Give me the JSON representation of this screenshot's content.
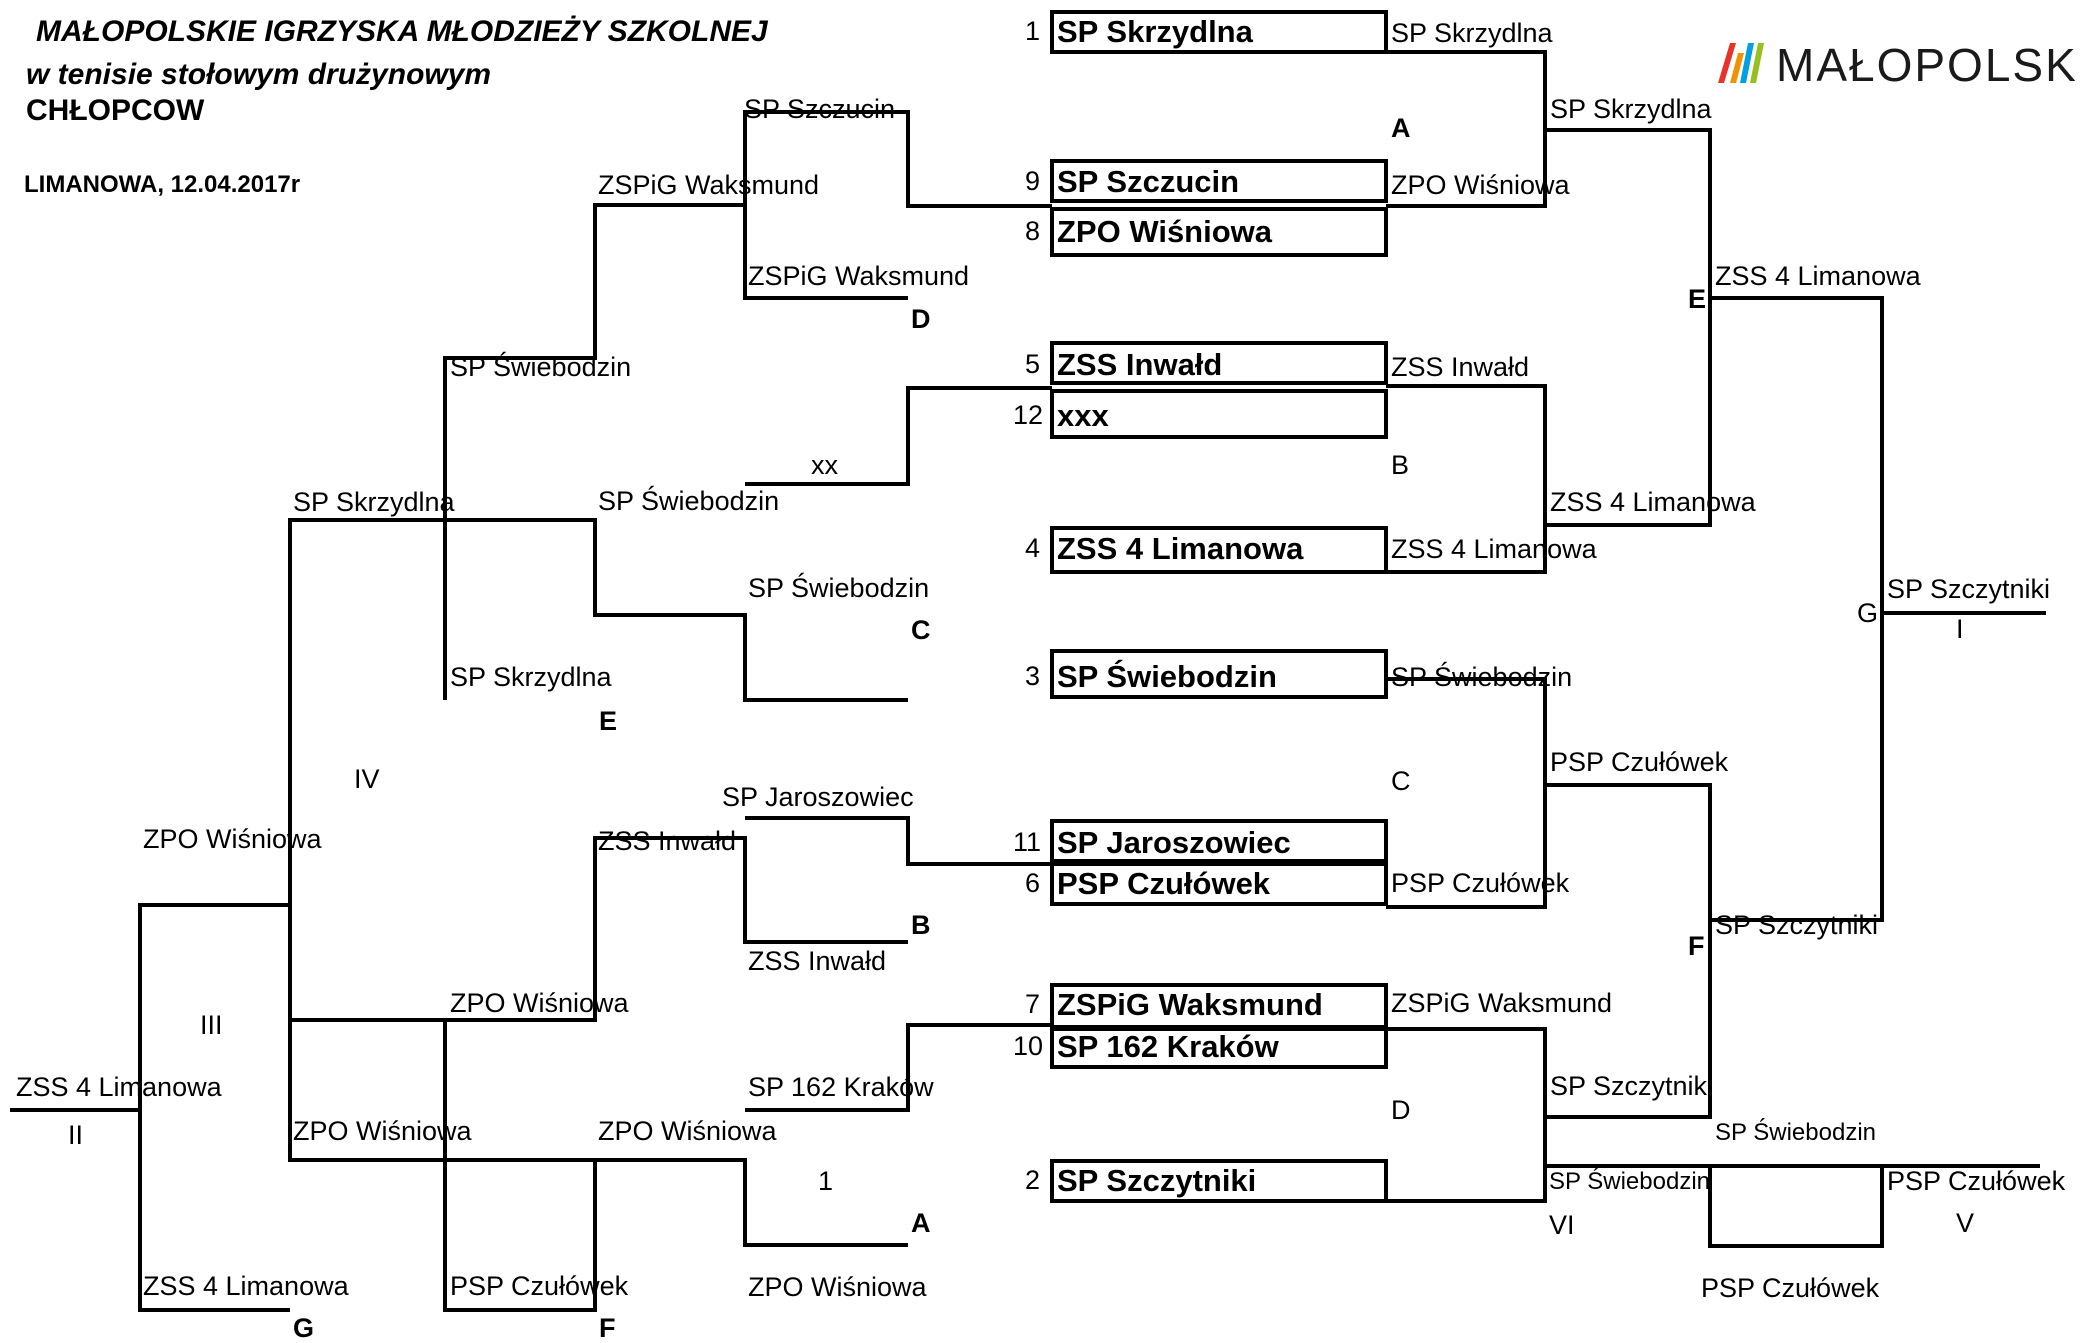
{
  "header": {
    "line1": "MAŁOPOLSKIE  IGRZYSKA MŁODZIEŻY SZKOLNEJ",
    "line2": "w tenisie stołowym drużynowym",
    "line3": "CHŁOPCOW",
    "date": "LIMANOWA, 12.04.2017r"
  },
  "logo": {
    "text": "MAŁOPOLSK",
    "colors": [
      "#e7332a",
      "#f39200",
      "#00a0e3",
      "#95c11f",
      "#2e3a87"
    ]
  },
  "seeds": [
    {
      "seed": "1",
      "team": "SP Skrzydlna"
    },
    {
      "seed": "9",
      "team": "SP Szczucin"
    },
    {
      "seed": "8",
      "team": "ZPO Wiśniowa"
    },
    {
      "seed": "5",
      "team": "ZSS Inwałd"
    },
    {
      "seed": "12",
      "team": "xxx"
    },
    {
      "seed": "4",
      "team": "ZSS 4 Limanowa"
    },
    {
      "seed": "3",
      "team": "SP Świebodzin"
    },
    {
      "seed": "11",
      "team": "SP Jaroszowiec"
    },
    {
      "seed": "6",
      "team": "PSP Czułówek"
    },
    {
      "seed": "7",
      "team": "ZSPiG Waksmund"
    },
    {
      "seed": "10",
      "team": "SP 162 Kraków"
    },
    {
      "seed": "2",
      "team": "SP Szczytniki"
    }
  ],
  "right": {
    "r1_1": "SP Skrzydlna",
    "r1_9": "ZPO Wiśniowa",
    "r1_5": "ZSS Inwałd",
    "r1_4": "ZSS 4 Limanowa",
    "r1_3": "SP Świebodzin",
    "r1_6": "PSP Czułówek",
    "r1_7": "ZSPiG Waksmund",
    "q_A": "SP Skrzydlna",
    "q_B": "ZSS 4 Limanowa",
    "q_C": "PSP Czułówek",
    "q_D": "SP Szczytniki",
    "sf_E": "ZSS 4 Limanowa",
    "sf_F": "SP Szczytniki",
    "final_I": "SP Szczytniki",
    "third_sw_top": "SP Świebodzin",
    "third_sw_left": "SP Świebodzin",
    "third_pc_right": "PSP Czułówek",
    "third_pc_bottom": "PSP Czułówek"
  },
  "markers": {
    "A": "A",
    "B": "B",
    "C": "C",
    "D": "D",
    "E": "E",
    "F": "F",
    "G": "G",
    "I": "I",
    "II": "II",
    "III": "III",
    "IV": "IV",
    "V": "V",
    "VI": "VI"
  },
  "left": {
    "l_szczucin": "SP Szczucin",
    "l_waksmund_top": "ZSPiG Waksmund",
    "l_waksmund_mid": "ZSPiG Waksmund",
    "l_swiebodzin_top": "SP Świebodzin",
    "l_xx": "xx",
    "l_swiebodzin_mid": "SP Świebodzin",
    "l_swiebodzin_c": "SP Świebodzin",
    "l_skrzydlna_top": "SP Skrzydlna",
    "l_skrzydlna_e": "SP Skrzydlna",
    "l_wisniowa_iv": "ZPO Wiśniowa",
    "l_jaroszowiec": "SP Jaroszowiec",
    "l_inwald_top": "ZSS Inwałd",
    "l_inwald_b": "ZSS Inwałd",
    "l_wisniowa_mid": "ZPO Wiśniowa",
    "l_kraków": "SP 162 Kraków",
    "l_limanowa_ii": "ZSS 4 Limanowa",
    "l_wisniowa_low": "ZPO Wiśniowa",
    "l_wisniowa_low2": "ZPO Wiśniowa",
    "l_one": "1",
    "l_wisniowa_bottom": "ZPO Wiśniowa",
    "l_limanowa_g": "ZSS 4 Limanowa",
    "l_czulowek_f": "PSP Czułówek"
  }
}
